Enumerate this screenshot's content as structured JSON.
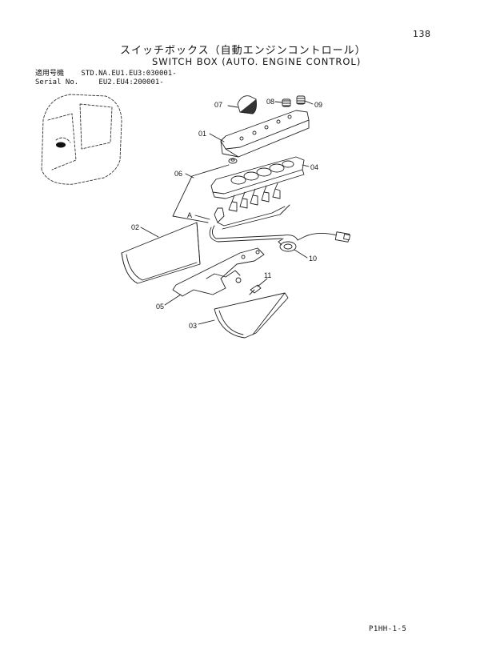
{
  "page": {
    "number": "138",
    "title_jp": "スイッチボックス（自動エンジンコントロール）",
    "title_en": "SWITCH BOX (AUTO. ENGINE CONTROL)",
    "footer_code": "P1HH-1-5"
  },
  "serial": {
    "label_jp": "適用号機",
    "label_en": "Serial No.",
    "line1": "STD.NA.EU1.EU3:030001-",
    "line2": "EU2.EU4:200001-"
  },
  "diagram": {
    "callouts": [
      "01",
      "02",
      "03",
      "04",
      "05",
      "06",
      "07",
      "08",
      "09",
      "10",
      "11"
    ],
    "detail_label": "A"
  }
}
